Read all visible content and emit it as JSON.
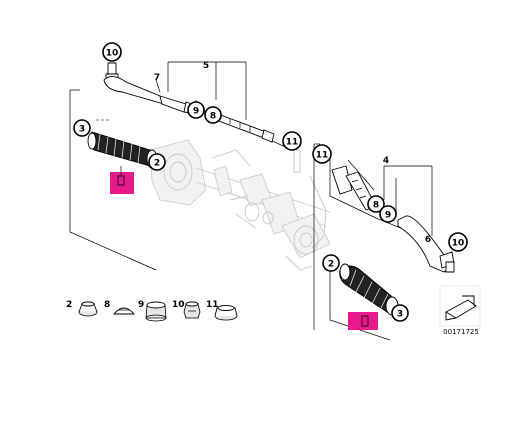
{
  "callouts": {
    "c10a": "10",
    "c9a": "9",
    "c8a": "8",
    "c11a": "11",
    "c3a": "3",
    "c2a": "2",
    "c11b": "11",
    "c8b": "8",
    "c9b": "9",
    "c10b": "10",
    "c2b": "2",
    "c3b": "3"
  },
  "labels": {
    "l5": "5",
    "l7": "7",
    "l4": "4",
    "l6": "6"
  },
  "legend": [
    {
      "num": "2"
    },
    {
      "num": "8"
    },
    {
      "num": "9"
    },
    {
      "num": "10"
    },
    {
      "num": "11"
    }
  ],
  "doc_number": "00171725",
  "colors": {
    "highlight": "#e8198c",
    "ghost": "#c8c8c8",
    "ink": "#000000"
  }
}
